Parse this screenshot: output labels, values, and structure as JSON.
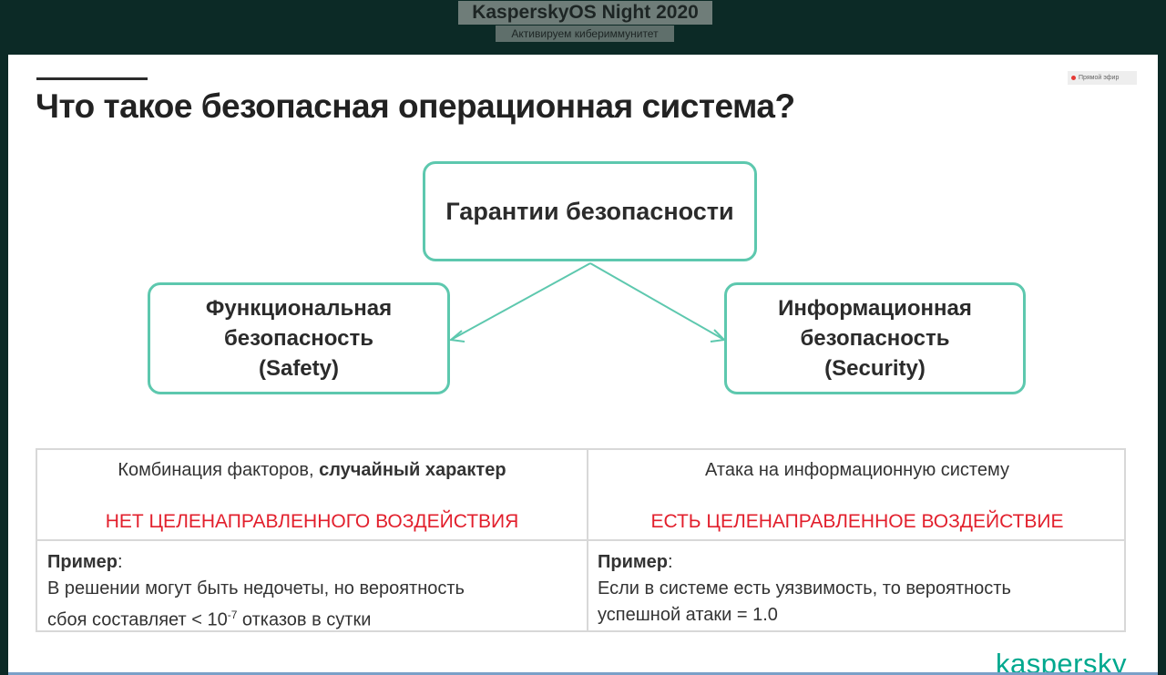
{
  "stream": {
    "title": "KasperskyOS Night 2020",
    "subtitle": "Активируем кибериммунитет"
  },
  "slide": {
    "live_label": "Прямой эфир",
    "title": "Что такое безопасная операционная система?",
    "diagram": {
      "top": "Гарантии безопасности",
      "left": [
        "Функциональная",
        "безопасность",
        "(Safety)"
      ],
      "right": [
        "Информационная",
        "безопасность",
        "(Security)"
      ]
    },
    "table": {
      "left": {
        "head_plain": "Комбинация факторов, ",
        "head_bold": "случайный характер",
        "verdict": "НЕТ ЦЕЛЕНАПРАВЛЕННОГО ВОЗДЕЙСТВИЯ",
        "example_label": "Пример",
        "example_colon": ":",
        "example_line1": "В решении могут быть недочеты, но вероятность",
        "example_line2a": "сбоя составляет < 10",
        "example_sup": "-7",
        "example_line2b": " отказов в сутки"
      },
      "right": {
        "head": "Атака на информационную систему",
        "verdict": "ЕСТЬ ЦЕЛЕНАПРАВЛЕННОЕ ВОЗДЕЙСТВИЕ",
        "example_label": "Пример",
        "example_colon": ":",
        "example_line1": "Если в системе есть уязвимость, то вероятность",
        "example_line2": "успешной атаки = 1.0"
      }
    },
    "logo": "kaspersky",
    "colors": {
      "accent": "#5dc8ae",
      "warning": "#e21f2c",
      "brand": "#00a88e",
      "background": "#0c2a26"
    }
  }
}
